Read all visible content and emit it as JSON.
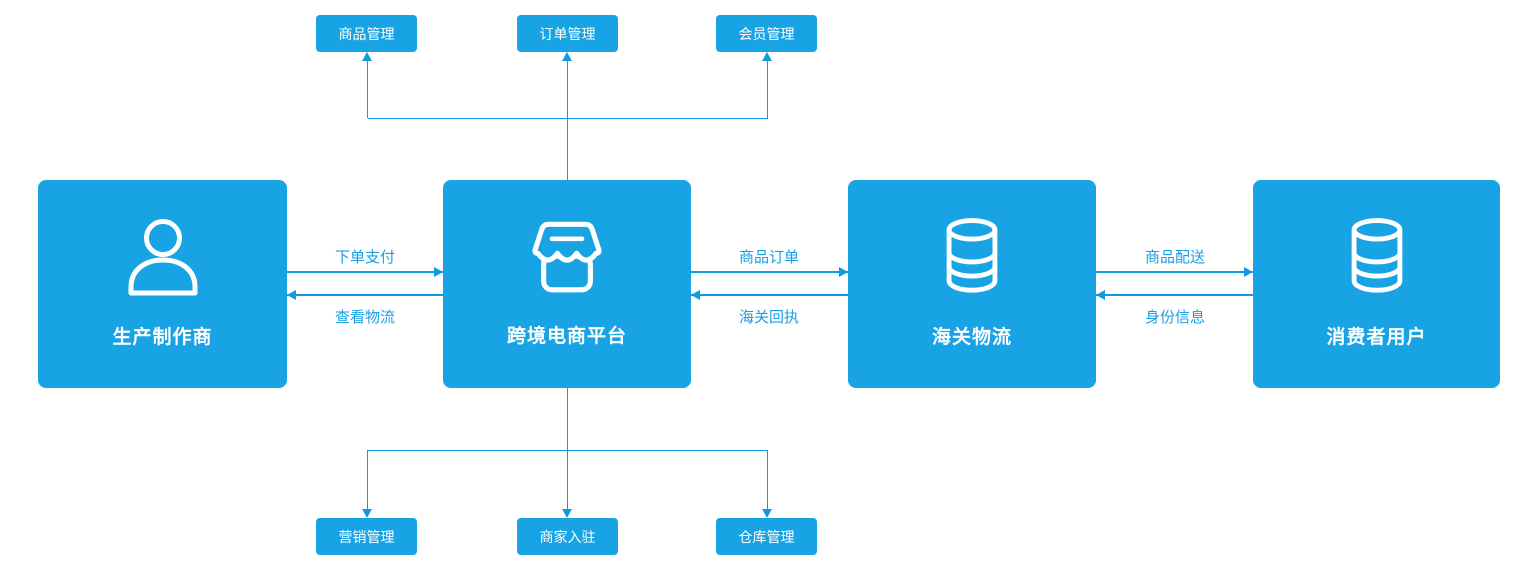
{
  "nodes": {
    "producer": {
      "label": "生产制作商",
      "icon": "user-icon"
    },
    "platform": {
      "label": "跨境电商平台",
      "icon": "store-icon"
    },
    "customs": {
      "label": "海关物流",
      "icon": "database-icon"
    },
    "consumer": {
      "label": "消费者用户",
      "icon": "database-icon"
    }
  },
  "top_modules": [
    {
      "label": "商品管理"
    },
    {
      "label": "订单管理"
    },
    {
      "label": "会员管理"
    }
  ],
  "bottom_modules": [
    {
      "label": "营销管理"
    },
    {
      "label": "商家入驻"
    },
    {
      "label": "仓库管理"
    }
  ],
  "edges": {
    "producer_to_platform": {
      "label": "下单支付"
    },
    "platform_to_producer": {
      "label": "查看物流"
    },
    "platform_to_customs": {
      "label": "商品订单"
    },
    "customs_to_platform": {
      "label": "海关回执"
    },
    "customs_to_consumer": {
      "label": "商品配送"
    },
    "consumer_to_customs": {
      "label": "身份信息"
    }
  },
  "colors": {
    "node_fill": "#18a3e4",
    "connector": "#0f9be0",
    "edge_label": "#199fe2",
    "node_text": "#ffffff",
    "background": "#ffffff"
  }
}
